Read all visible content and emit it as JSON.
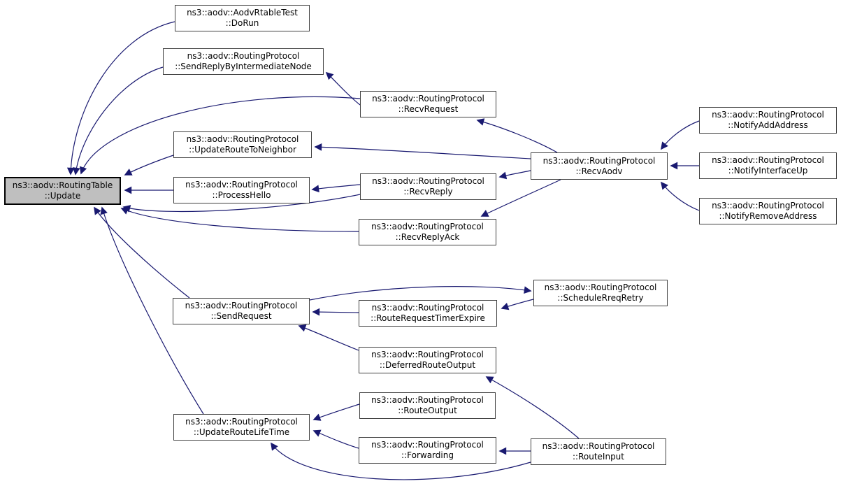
{
  "diagram": {
    "kind": "doxygen-caller-graph",
    "focus_function": "ns3::aodv::RoutingTable::Update"
  },
  "colors": {
    "edge": "#191970",
    "node_fill": "#ffffff",
    "node_border": "#404040",
    "focus_fill": "#bfbfbf",
    "focus_border": "#000000",
    "background": "#ffffff",
    "text": "#000000"
  },
  "nodes": {
    "update": {
      "line1": "ns3::aodv::RoutingTable",
      "line2": "::Update"
    },
    "dorun": {
      "line1": "ns3::aodv::AodvRtableTest",
      "line2": "::DoRun"
    },
    "sendreply": {
      "line1": "ns3::aodv::RoutingProtocol",
      "line2": "::SendReplyByIntermediateNode"
    },
    "recvrequest": {
      "line1": "ns3::aodv::RoutingProtocol",
      "line2": "::RecvRequest"
    },
    "updateroutetoneighbor": {
      "line1": "ns3::aodv::RoutingProtocol",
      "line2": "::UpdateRouteToNeighbor"
    },
    "processhello": {
      "line1": "ns3::aodv::RoutingProtocol",
      "line2": "::ProcessHello"
    },
    "recvreply": {
      "line1": "ns3::aodv::RoutingProtocol",
      "line2": "::RecvReply"
    },
    "recvreplyack": {
      "line1": "ns3::aodv::RoutingProtocol",
      "line2": "::RecvReplyAck"
    },
    "recvaodv": {
      "line1": "ns3::aodv::RoutingProtocol",
      "line2": "::RecvAodv"
    },
    "notifyaddaddress": {
      "line1": "ns3::aodv::RoutingProtocol",
      "line2": "::NotifyAddAddress"
    },
    "notifyinterfaceup": {
      "line1": "ns3::aodv::RoutingProtocol",
      "line2": "::NotifyInterfaceUp"
    },
    "notifyremoveaddress": {
      "line1": "ns3::aodv::RoutingProtocol",
      "line2": "::NotifyRemoveAddress"
    },
    "sendrequest": {
      "line1": "ns3::aodv::RoutingProtocol",
      "line2": "::SendRequest"
    },
    "schedulerreqretry": {
      "line1": "ns3::aodv::RoutingProtocol",
      "line2": "::ScheduleRreqRetry"
    },
    "routerequesttimerexpire": {
      "line1": "ns3::aodv::RoutingProtocol",
      "line2": "::RouteRequestTimerExpire"
    },
    "deferredrouteoutput": {
      "line1": "ns3::aodv::RoutingProtocol",
      "line2": "::DeferredRouteOutput"
    },
    "routeoutput": {
      "line1": "ns3::aodv::RoutingProtocol",
      "line2": "::RouteOutput"
    },
    "forwarding": {
      "line1": "ns3::aodv::RoutingProtocol",
      "line2": "::Forwarding"
    },
    "updateroutelifetime": {
      "line1": "ns3::aodv::RoutingProtocol",
      "line2": "::UpdateRouteLifeTime"
    },
    "routeinput": {
      "line1": "ns3::aodv::RoutingProtocol",
      "line2": "::RouteInput"
    }
  },
  "edges": [
    {
      "from": "dorun",
      "to": "update"
    },
    {
      "from": "sendreply",
      "to": "update"
    },
    {
      "from": "recvrequest",
      "to": "update"
    },
    {
      "from": "recvrequest",
      "to": "sendreply"
    },
    {
      "from": "updateroutetoneighbor",
      "to": "update"
    },
    {
      "from": "processhello",
      "to": "update"
    },
    {
      "from": "recvreply",
      "to": "update"
    },
    {
      "from": "recvreply",
      "to": "processhello"
    },
    {
      "from": "recvreplyack",
      "to": "update"
    },
    {
      "from": "recvaodv",
      "to": "recvrequest"
    },
    {
      "from": "recvaodv",
      "to": "updateroutetoneighbor"
    },
    {
      "from": "recvaodv",
      "to": "recvreply"
    },
    {
      "from": "recvaodv",
      "to": "recvreplyack"
    },
    {
      "from": "notifyaddaddress",
      "to": "recvaodv"
    },
    {
      "from": "notifyinterfaceup",
      "to": "recvaodv"
    },
    {
      "from": "notifyremoveaddress",
      "to": "recvaodv"
    },
    {
      "from": "sendrequest",
      "to": "update"
    },
    {
      "from": "sendrequest",
      "to": "schedulerreqretry"
    },
    {
      "from": "schedulerreqretry",
      "to": "routerequesttimerexpire"
    },
    {
      "from": "routerequesttimerexpire",
      "to": "sendrequest"
    },
    {
      "from": "deferredrouteoutput",
      "to": "sendrequest"
    },
    {
      "from": "routeinput",
      "to": "deferredrouteoutput"
    },
    {
      "from": "updateroutelifetime",
      "to": "update"
    },
    {
      "from": "routeoutput",
      "to": "updateroutelifetime"
    },
    {
      "from": "forwarding",
      "to": "updateroutelifetime"
    },
    {
      "from": "routeinput",
      "to": "forwarding"
    },
    {
      "from": "routeinput",
      "to": "updateroutelifetime"
    }
  ]
}
